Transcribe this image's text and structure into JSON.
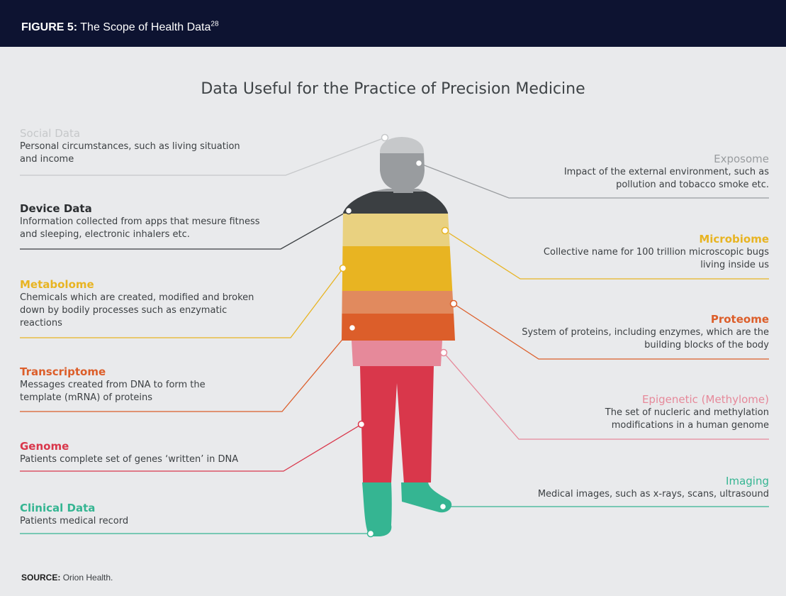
{
  "header": {
    "figure_label": "FIGURE 5:",
    "figure_title": "The Scope of Health Data",
    "superscript": "28"
  },
  "title": "Data Useful for the Practice of Precision Medicine",
  "categories": {
    "social": {
      "title": "Social Data",
      "desc": "Personal circumstances, such as living situation and income",
      "color": "#c6c8ca"
    },
    "device": {
      "title": "Device Data",
      "desc": "Information collected from apps that mesure fitness and sleeping, electronic inhalers etc.",
      "color": "#3b3f42"
    },
    "metabolome": {
      "title": "Metabolome",
      "desc": "Chemicals which are created, modified and broken down by bodily processes such as enzymatic reactions",
      "color": "#e8b422"
    },
    "transcriptome": {
      "title": "Transcriptome",
      "desc": "Messages created from DNA to form the template (mRNA) of proteins",
      "color": "#dc5e2a"
    },
    "genome": {
      "title": "Genome",
      "desc": "Patients complete set of genes ‘written’ in DNA",
      "color": "#d9374b"
    },
    "clinical": {
      "title": "Clinical Data",
      "desc": "Patients medical record",
      "color": "#35b592"
    },
    "exposome": {
      "title": "Exposome",
      "desc": "Impact of the external environment, such as pollution and tobacco smoke etc.",
      "color": "#999c9f"
    },
    "microbiome": {
      "title": "Microbiome",
      "desc": "Collective name for 100 trillion microscopic bugs living inside us",
      "color": "#e8b422"
    },
    "proteome": {
      "title": "Proteome",
      "desc": "System of proteins, including enzymes, which are the building blocks of the body",
      "color": "#dc5e2a"
    },
    "epigenetic": {
      "title": "Epigenetic (Methylome)",
      "desc": "The set of nucleric and methylation modifications in a human genome",
      "color": "#e6899a"
    },
    "imaging": {
      "title": "Imaging",
      "desc": "Medical images, such as x-rays, scans, ultrasound",
      "color": "#35b592"
    }
  },
  "source": {
    "label": "SOURCE:",
    "text": "Orion Health."
  }
}
